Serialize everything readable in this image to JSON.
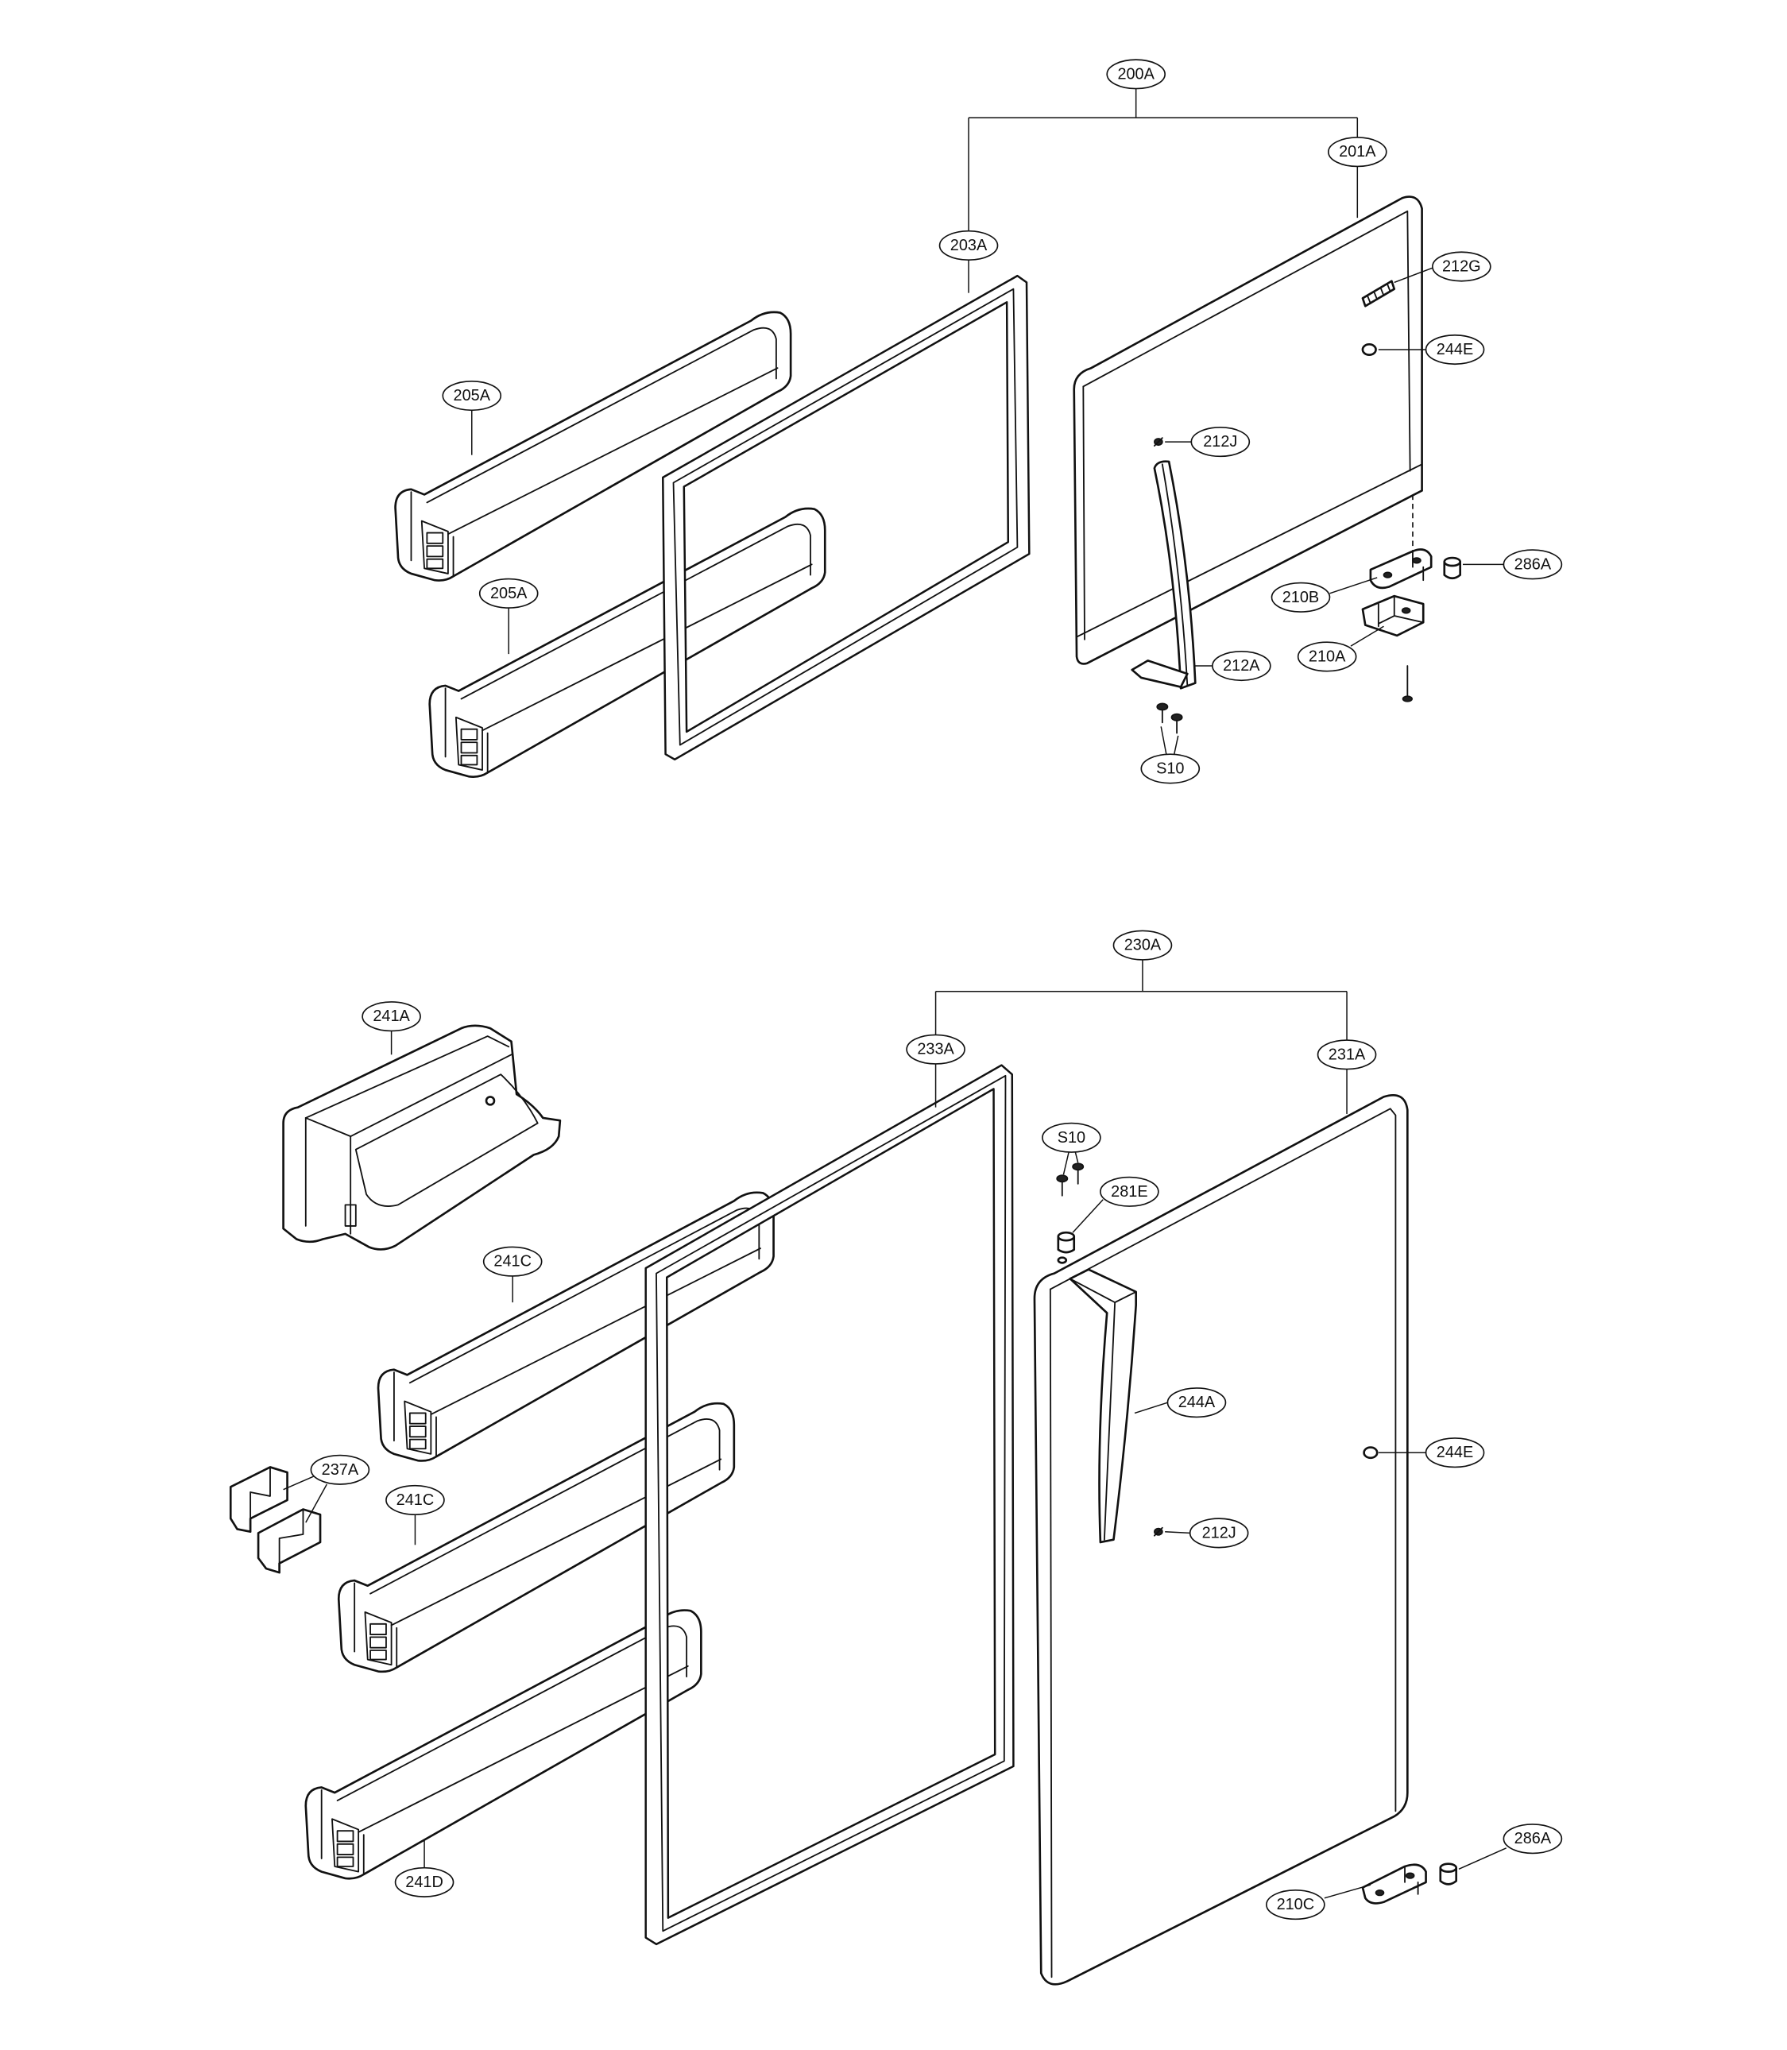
{
  "upper_door": {
    "assembly": "200A",
    "door": "201A",
    "gasket": "203A",
    "grille": "212G",
    "cap": "244E",
    "screw": "212J",
    "basket_upper": "205A",
    "basket_lower": "205A",
    "hinge_cap": "286A",
    "hinge_plate": "210B",
    "hinge_bracket": "210A",
    "handle": "212A",
    "screws": "S10"
  },
  "lower_door": {
    "assembly": "230A",
    "door": "231A",
    "gasket": "233A",
    "dairy_bin": "241A",
    "basket_upper": "241C",
    "basket_middle": "241C",
    "basket_lower": "241D",
    "clips": "237A",
    "screws": "S10",
    "pin": "281E",
    "handle": "244A",
    "cap": "244E",
    "screw": "212J",
    "hinge_cap": "286A",
    "hinge": "210C"
  }
}
